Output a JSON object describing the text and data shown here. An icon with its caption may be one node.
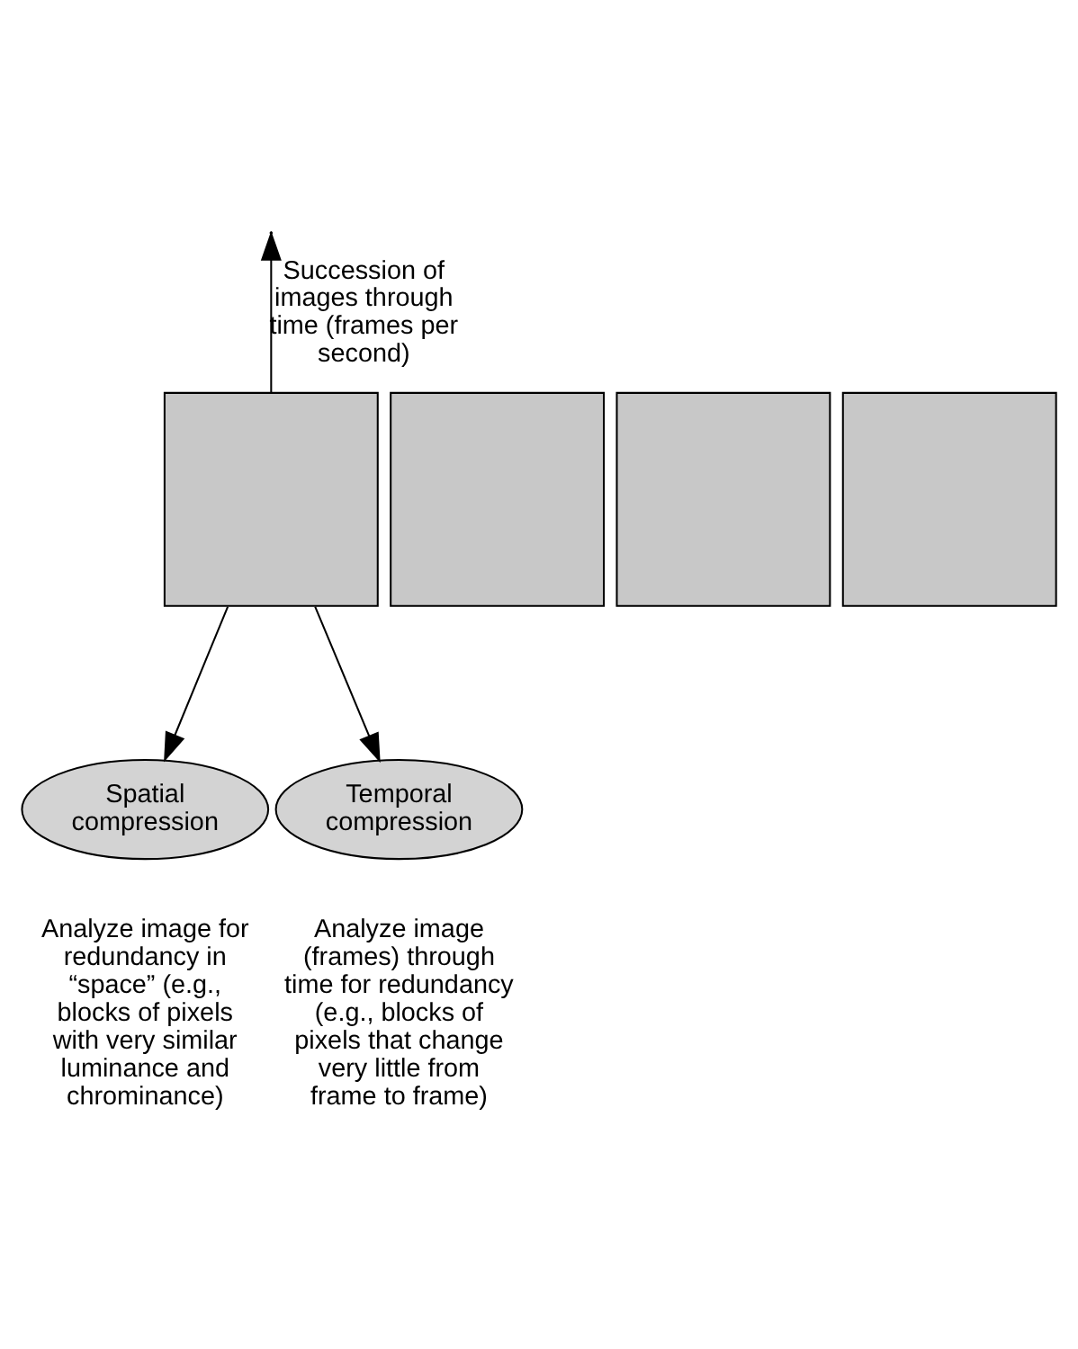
{
  "diagram": {
    "nodes": [
      {
        "text": [],
        "shape": "box"
      },
      {
        "text": [],
        "shape": "box"
      },
      {
        "text": [],
        "shape": "box"
      },
      {
        "text": [],
        "shape": "box"
      },
      {
        "text": [
          "Spatial compression"
        ],
        "beside": [
          "Analyze image for redundancy in “space” (e.g., blocks of pixels with very similar luminance and chrominance)"
        ]
      },
      {
        "text": [
          "Temporal compression"
        ],
        "beside": [
          "Analyze image (frames) through time for redundancy (e.g., blocks of pixels that change very little from frame to frame)"
        ]
      }
    ],
    "edges": [
      {
        "from": 0,
        "to": 4,
        "arrow": "to"
      },
      {
        "from": 0,
        "to": 5,
        "arrow": "to"
      },
      {
        "from": 0,
        "to": null,
        "arrow": "to",
        "label": "Succession of images through time (frames per second)"
      }
    ]
  }
}
